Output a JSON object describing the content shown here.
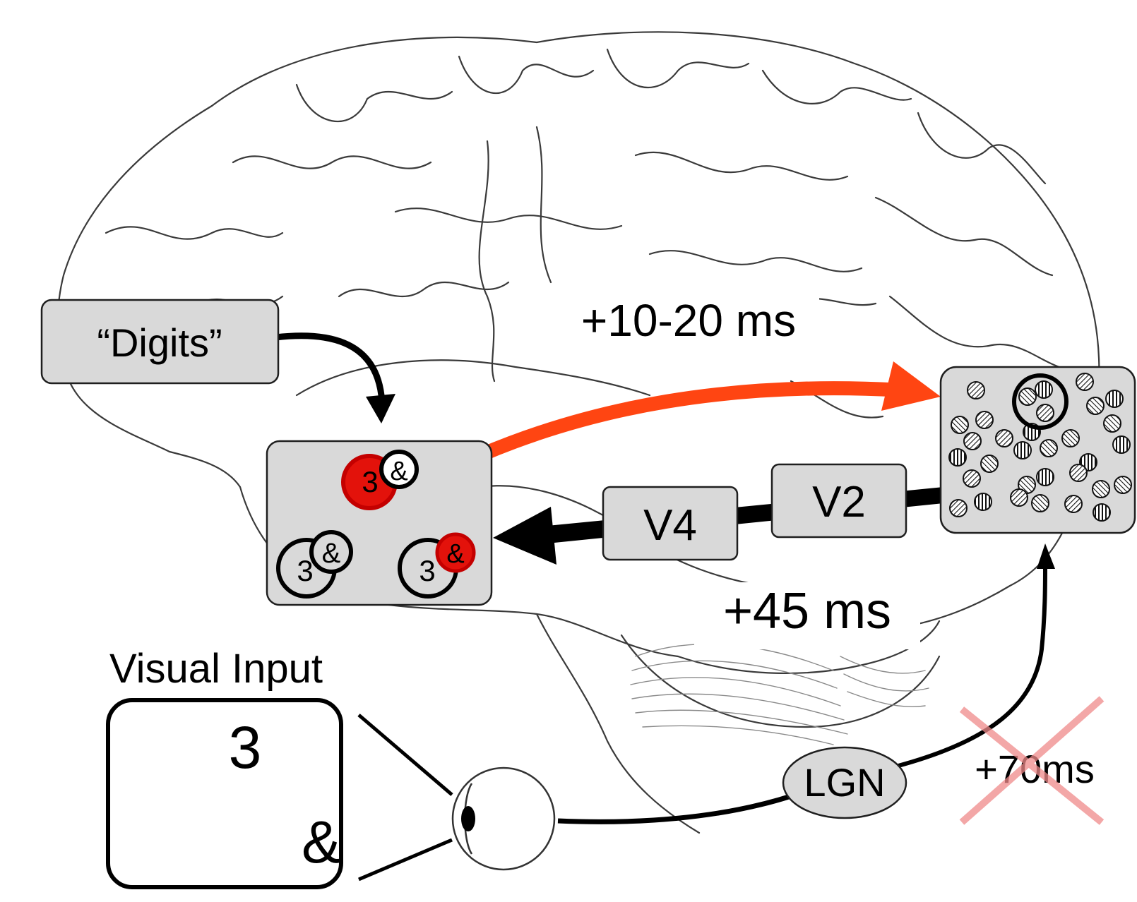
{
  "labels": {
    "digits": "“Digits”",
    "timing_feedback": "+10-20 ms",
    "timing_feedforward": "+45 ms",
    "timing_lgn": "+70ms",
    "v4": "V4",
    "v2": "V2",
    "lgn": "LGN",
    "visual_input": "Visual Input",
    "stimulus_digit": "3",
    "stimulus_symbol": "&",
    "it_digit_1": "3",
    "it_symbol_1": "&",
    "it_digit_2": "3",
    "it_symbol_2": "&",
    "it_digit_3": "3",
    "it_symbol_3": "&"
  },
  "colors": {
    "feedback_arrow": "#ff4512",
    "active_unit": "#e3120b",
    "box_fill": "#d9d9d9",
    "cross_out": "#f08a8a"
  },
  "icons": {
    "eye": "eye-icon",
    "cross": "cross-out-icon",
    "grating": "grating-icon"
  }
}
